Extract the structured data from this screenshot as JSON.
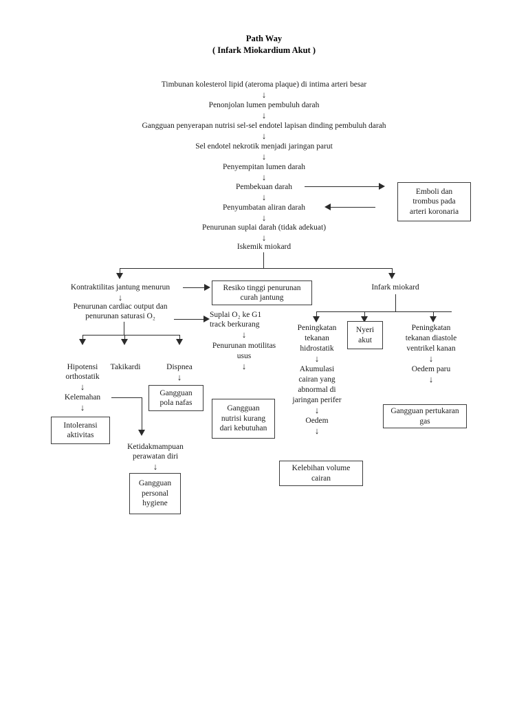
{
  "document": {
    "title_line1": "Path Way",
    "title_line2": "( Infark Miokardium Akut )"
  },
  "chain_main": [
    {
      "id": "timbunan",
      "text": "Timbunan kolesterol lipid (ateroma plaque) di intima arteri besar"
    },
    {
      "id": "penonjolan",
      "text": "Penonjolan lumen pembuluh darah"
    },
    {
      "id": "gangguan-penyerapan",
      "text": "Gangguan penyerapan nutrisi sel-sel endotel lapisan dinding pembuluh darah"
    },
    {
      "id": "sel-endotel",
      "text": "Sel endotel nekrotik menjadi jaringan parut"
    },
    {
      "id": "penyempitan",
      "text": "Penyempitan lumen darah"
    },
    {
      "id": "pembekuan",
      "text": "Pembekuan darah"
    },
    {
      "id": "penyumbatan",
      "text": "Penyumbatan aliran darah"
    },
    {
      "id": "penurunan-suplai",
      "text": "Penurunan suplai darah (tidak adekuat)"
    },
    {
      "id": "iskemik",
      "text": "Iskemik miokard"
    }
  ],
  "boxes": {
    "emboli": {
      "lines": [
        "Emboli dan",
        "trombus pada",
        "arteri koronaria"
      ]
    },
    "resiko_tinggi": {
      "lines": [
        "Resiko tinggi penurunan",
        "curah jantung"
      ]
    },
    "nyeri_akut": {
      "lines": [
        "Nyeri",
        "akut"
      ]
    },
    "gangguan_pola_nafas": {
      "lines": [
        "Gangguan",
        "pola nafas"
      ]
    },
    "intoleransi": {
      "lines": [
        "Intoleransi",
        "aktivitas"
      ]
    },
    "gangguan_personal_hygiene": {
      "lines": [
        "Gangguan",
        "personal",
        "hygiene"
      ]
    },
    "gangguan_nutrisi": {
      "lines": [
        "Gangguan",
        "nutrisi kurang",
        "dari kebutuhan"
      ]
    },
    "gangguan_pertukaran_gas": {
      "lines": [
        "Gangguan pertukaran",
        "gas"
      ]
    },
    "kelebihan_volume": {
      "lines": [
        "Kelebihan volume",
        "cairan"
      ]
    }
  },
  "left_branch": {
    "kontraktilitas": "Kontraktilitas jantung menurun",
    "penurunan_co_l1": "Penurunan cardiac output dan",
    "penurunan_co_l2": "penurunan saturasi O₂",
    "hipotensi_l1": "Hipotensi",
    "hipotensi_l2": "orthostatik",
    "takikardi": "Takikardi",
    "dispnea": "Dispnea",
    "kelemahan": "Kelemahan",
    "ketidakmampuan_l1": "Ketidakmampuan",
    "ketidakmampuan_l2": "perawatan diri"
  },
  "middle_branch": {
    "suplai_l1": "Suplai O₂ ke G1",
    "suplai_l2": "track berkurang",
    "motilitas_l1": "Penurunan motilitas",
    "motilitas_l2": "usus"
  },
  "right_branch": {
    "infark": "Infark miokard",
    "peningkatan_hidrostatik_l1": "Peningkatan",
    "peningkatan_hidrostatik_l2": "tekanan",
    "peningkatan_hidrostatik_l3": "hidrostatik",
    "akumulasi_l1": "Akumulasi",
    "akumulasi_l2": "cairan yang",
    "akumulasi_l3": "abnormal di",
    "akumulasi_l4": "jaringan perifer",
    "oedem": "Oedem",
    "peningkatan_diastole_l1": "Peningkatan",
    "peningkatan_diastole_l2": "tekanan diastole",
    "peningkatan_diastole_l3": "ventrikel kanan",
    "oedem_paru": "Oedem paru"
  },
  "glyphs": {
    "arrow_down": "↓"
  },
  "colors": {
    "text": "#1a1a1a",
    "line": "#2b2b2b",
    "box_border": "#3a3a3a",
    "background": "#ffffff"
  }
}
